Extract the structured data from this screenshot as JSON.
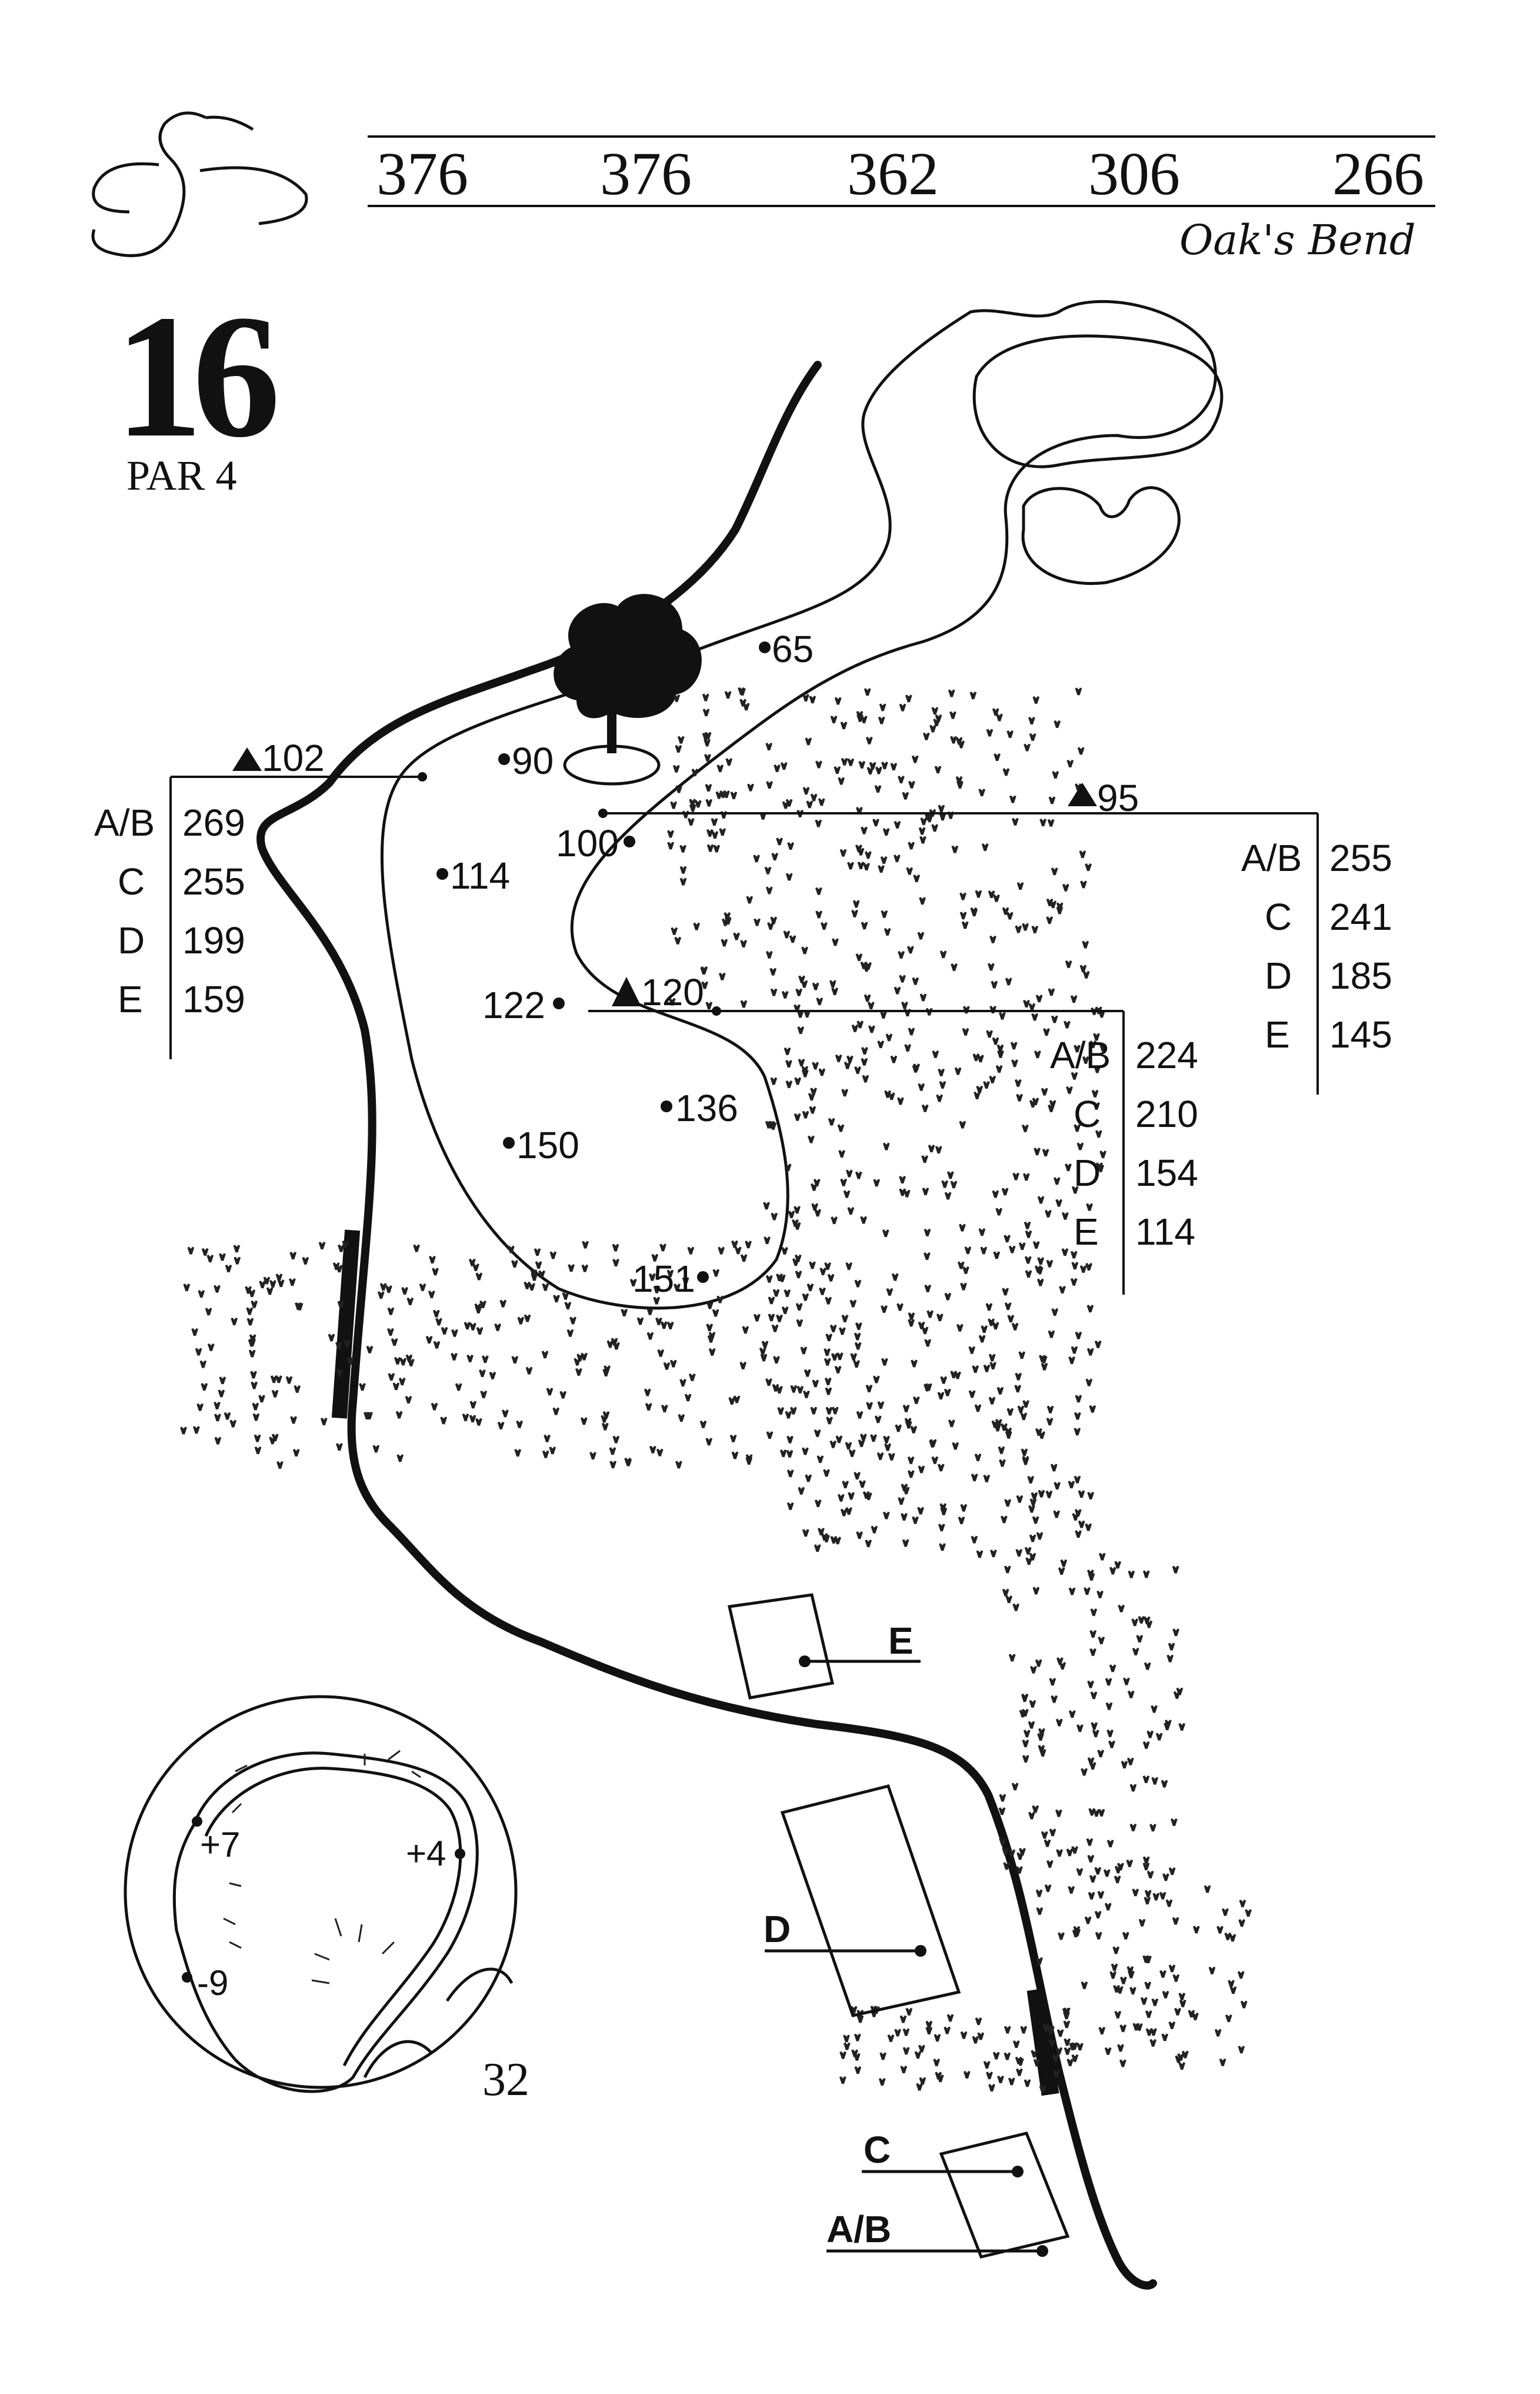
{
  "header": {
    "yardages": [
      "376",
      "376",
      "362",
      "306",
      "266"
    ],
    "course_name": "Oak's Bend"
  },
  "hole": {
    "number": "16",
    "par_label": "PAR 4"
  },
  "fairway_markers": [
    {
      "label": "65"
    },
    {
      "label": "90"
    },
    {
      "label": "100"
    },
    {
      "label": "114"
    },
    {
      "label": "122"
    },
    {
      "label": "136"
    },
    {
      "label": "150"
    },
    {
      "label": "151"
    }
  ],
  "reference_points": [
    {
      "label": "102",
      "rows": [
        {
          "tee": "A/B",
          "yards": "269"
        },
        {
          "tee": "C",
          "yards": "255"
        },
        {
          "tee": "D",
          "yards": "199"
        },
        {
          "tee": "E",
          "yards": "159"
        }
      ]
    },
    {
      "label": "95",
      "rows": [
        {
          "tee": "A/B",
          "yards": "255"
        },
        {
          "tee": "C",
          "yards": "241"
        },
        {
          "tee": "D",
          "yards": "185"
        },
        {
          "tee": "E",
          "yards": "145"
        }
      ]
    },
    {
      "label": "120",
      "rows": [
        {
          "tee": "A/B",
          "yards": "224"
        },
        {
          "tee": "C",
          "yards": "210"
        },
        {
          "tee": "D",
          "yards": "154"
        },
        {
          "tee": "E",
          "yards": "114"
        }
      ]
    }
  ],
  "tees": [
    {
      "label": "E"
    },
    {
      "label": "D"
    },
    {
      "label": "C"
    },
    {
      "label": "A/B"
    }
  ],
  "green": {
    "pin_offsets": [
      "+7",
      "+4",
      "-9"
    ],
    "depth": "32"
  },
  "icons": [
    "heron-logo-icon",
    "oak-tree-icon",
    "triangle-marker-icon"
  ],
  "colors": {
    "ink": "#111111",
    "paper": "#ffffff"
  }
}
